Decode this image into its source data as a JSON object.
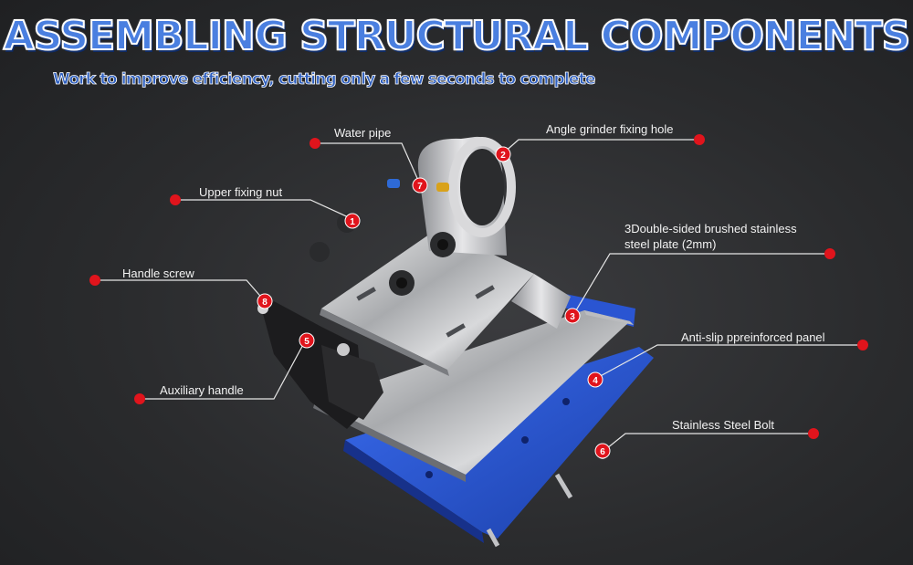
{
  "title": "ASSEMBLING STRUCTURAL COMPONENTS",
  "subtitle": "Work to improve efficiency, cutting only a few seconds to complete",
  "callouts": [
    {
      "num": "1",
      "label": "Upper fixing nut"
    },
    {
      "num": "2",
      "label": "Angle grinder fixing hole"
    },
    {
      "num": "3",
      "label": "3Double-sided brushed stainless",
      "label2": "steel plate (2mm)"
    },
    {
      "num": "4",
      "label": "Anti-slip ppreinforced panel"
    },
    {
      "num": "5",
      "label": "Auxiliary handle"
    },
    {
      "num": "6",
      "label": "Stainless Steel Bolt"
    },
    {
      "num": "7",
      "label": "Water pipe"
    },
    {
      "num": "8",
      "label": "Handle screw"
    }
  ],
  "colors": {
    "accent_red": "#e0141c",
    "title_blue": "#4a7fe0",
    "panel_blue": "#2450c8"
  }
}
